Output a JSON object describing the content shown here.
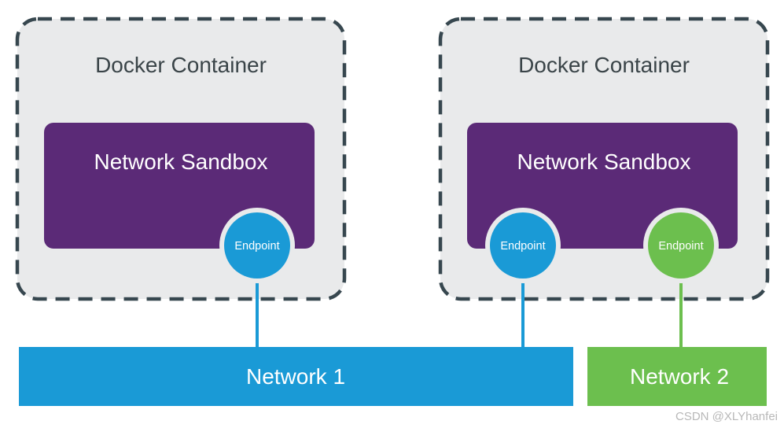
{
  "containers": [
    {
      "title": "Docker Container",
      "sandbox": "Network Sandbox"
    },
    {
      "title": "Docker Container",
      "sandbox": "Network Sandbox"
    }
  ],
  "endpoints": [
    {
      "label": "Endpoint",
      "network": "Network 1",
      "color": "#1a9ad6"
    },
    {
      "label": "Endpoint",
      "network": "Network 1",
      "color": "#1a9ad6"
    },
    {
      "label": "Endpoint",
      "network": "Network 2",
      "color": "#6cbf4e"
    }
  ],
  "networks": [
    {
      "label": "Network 1",
      "color": "#1a9ad6"
    },
    {
      "label": "Network 2",
      "color": "#6cbf4e"
    }
  ],
  "colors": {
    "container_fill": "#e9eaeb",
    "container_border": "#37474f",
    "sandbox_fill": "#5b2a77",
    "endpoint_ring": "#e9eaeb"
  },
  "watermark": "CSDN @XLYhanfei"
}
